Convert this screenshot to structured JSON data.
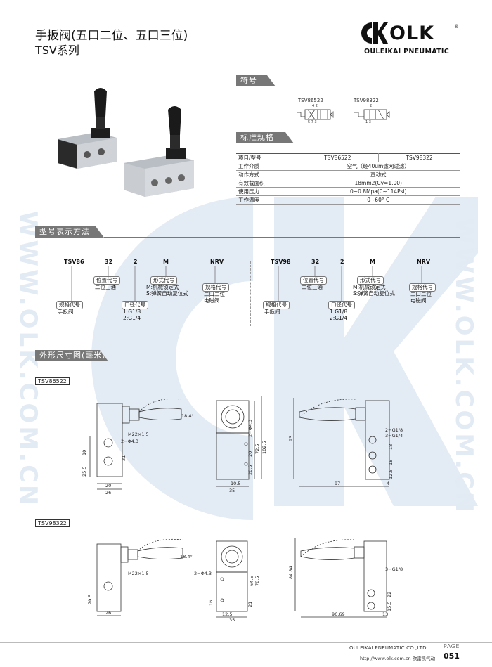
{
  "header": {
    "title": "手扳阀(五口二位、五口三位)",
    "subtitle": "TSV系列",
    "brand_name": "OLK",
    "brand_reg": "®",
    "brand_sub": "OULEIKAI PNEUMATIC"
  },
  "watermark": {
    "text": "WWW.OLK.COM.CN"
  },
  "sections": {
    "symbol": "符号",
    "spec": "标准规格",
    "model": "型号表示方法",
    "dims": "外形尺寸图(毫米)"
  },
  "symbols": {
    "left_label": "TSV86522",
    "right_label": "TSV98322",
    "left_ports_top": "4  2",
    "left_ports_bottom": "5 7 3",
    "right_ports_top": "2",
    "right_ports_bottom": "1   3"
  },
  "spec": {
    "header": [
      "项目/型号",
      "TSV86522",
      "TSV98322"
    ],
    "rows": [
      {
        "k": "工作介质",
        "v": "空气（经40um滤网过滤）"
      },
      {
        "k": "动作方式",
        "v": "直动式"
      },
      {
        "k": "有效截面积",
        "v": "18mm2(Cv=1.00)"
      },
      {
        "k": "使用压力",
        "v": "0~0.8Mpa(0~114Psi)"
      },
      {
        "k": "工作温度",
        "v": "0~60° C"
      }
    ]
  },
  "model_code": {
    "left": {
      "series": "TSV86",
      "position": "32",
      "port": "2",
      "mode": "M",
      "type": "NRV"
    },
    "right": {
      "series": "TSV98",
      "position": "32",
      "port": "2",
      "mode": "M",
      "type": "NRV"
    },
    "labels": {
      "series_box": "规格代号",
      "series_desc": "手扳阀",
      "position_box": "位置代号",
      "position_desc": "二位三通",
      "port_box": "口径代号",
      "port_desc": "1:G1/8\n2:G1/4",
      "mode_box": "形式代号",
      "mode_desc": "M:机械锁定式\nS:弹簧自动复位式",
      "type_box": "规格代号",
      "type_desc": "二口二位\n电磁阀"
    }
  },
  "drawings": {
    "a": {
      "label": "TSV86522",
      "dims": {
        "angle": "18.4°",
        "thread": "M22×1.5",
        "hole": "2−Φ4.3",
        "d10": "10",
        "d25_5": "25.5",
        "d21": "21",
        "d20": "20",
        "d26": "26",
        "d2phi": "2−Φ4.3",
        "d72_5": "72.5",
        "d102_5": "102.5",
        "d20b": "20",
        "d20_5": "20.5",
        "d10_5": "10.5",
        "d35": "35",
        "d93": "93",
        "d97": "97",
        "g18": "2−G1/8",
        "g14": "3−G1/4",
        "d18a": "18",
        "d18b": "18",
        "d12_5": "12.5",
        "d4": "4"
      }
    },
    "b": {
      "label": "TSV98322",
      "dims": {
        "angle": "18.4°",
        "thread": "M22×1.5",
        "d20_5": "20.5",
        "d26": "26",
        "hole": "2−Φ4.3",
        "d64_5": "64.5",
        "d78_5": "78.5",
        "d16": "16",
        "d21": "21",
        "d12_5": "12.5",
        "d35": "35",
        "d84_84": "84.84",
        "g18": "3−G1/8",
        "d22": "22",
        "d15_5": "15.5",
        "d96_69": "96.69",
        "d13": "13"
      }
    }
  },
  "footer": {
    "company": "OULEIKAI PNEUMATIC CO.,LTD.",
    "page_label": "PAGE",
    "page": "051",
    "web": "http://www.olk.com.cn 欧雷凯气动"
  },
  "colors": {
    "section_bar": "#777777",
    "watermark_blue": "#dfe8f2"
  }
}
